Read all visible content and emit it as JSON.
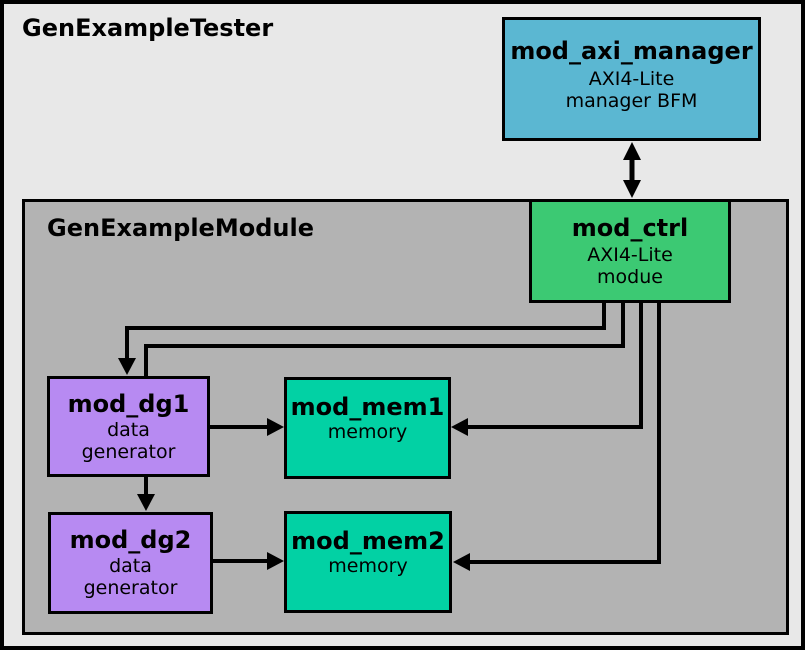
{
  "diagram": {
    "tester_title": "GenExampleTester",
    "module_title": "GenExampleModule",
    "blocks": {
      "axi_manager": {
        "name": "mod_axi_manager",
        "desc1": "AXI4-Lite",
        "desc2": "manager BFM"
      },
      "ctrl": {
        "name": "mod_ctrl",
        "desc1": "AXI4-Lite",
        "desc2": "modue"
      },
      "dg1": {
        "name": "mod_dg1",
        "desc1": "data",
        "desc2": "generator"
      },
      "dg2": {
        "name": "mod_dg2",
        "desc1": "data",
        "desc2": "generator"
      },
      "mem1": {
        "name": "mod_mem1",
        "desc1": "memory"
      },
      "mem2": {
        "name": "mod_mem2",
        "desc1": "memory"
      }
    },
    "connections": [
      "mod_axi_manager <-> mod_ctrl",
      "mod_ctrl -> mod_dg1",
      "mod_ctrl -> mod_dg1 (second port)",
      "mod_dg1 -> mod_dg2",
      "mod_dg1 -> mod_mem1",
      "mod_dg2 -> mod_mem2",
      "mod_ctrl -> mod_mem1",
      "mod_ctrl -> mod_mem2"
    ],
    "colors": {
      "tester_bg": "#e8e8e8",
      "module_bg": "#b3b3b3",
      "manager_fill": "#5bb7d2",
      "ctrl_fill": "#3cc973",
      "dg_fill": "#b78af2",
      "mem_fill": "#02d1a4",
      "border": "#000000",
      "line": "#000000",
      "text": "#000000"
    }
  }
}
